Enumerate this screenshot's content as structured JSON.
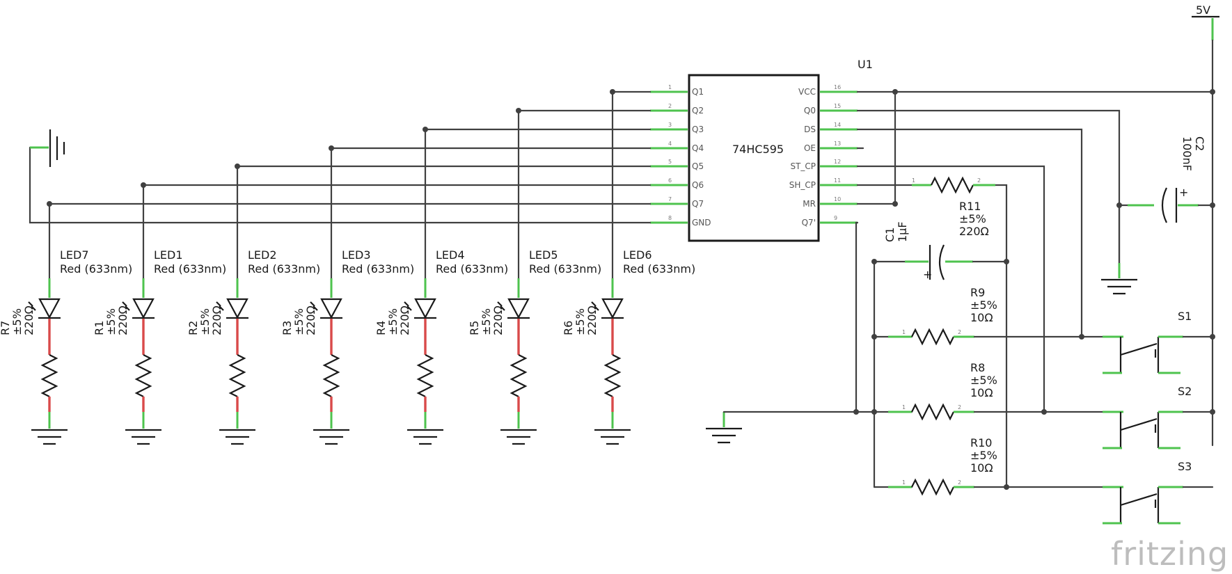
{
  "chip": {
    "designator": "U1",
    "part": "74HC595",
    "left_pins": [
      {
        "num": "1",
        "name": "Q1"
      },
      {
        "num": "2",
        "name": "Q2"
      },
      {
        "num": "3",
        "name": "Q3"
      },
      {
        "num": "4",
        "name": "Q4"
      },
      {
        "num": "5",
        "name": "Q5"
      },
      {
        "num": "6",
        "name": "Q6"
      },
      {
        "num": "7",
        "name": "Q7"
      },
      {
        "num": "8",
        "name": "GND"
      }
    ],
    "right_pins": [
      {
        "num": "16",
        "name": "VCC"
      },
      {
        "num": "15",
        "name": "Q0"
      },
      {
        "num": "14",
        "name": "DS"
      },
      {
        "num": "13",
        "name": "OE"
      },
      {
        "num": "12",
        "name": "ST_CP"
      },
      {
        "num": "11",
        "name": "SH_CP"
      },
      {
        "num": "10",
        "name": "MR"
      },
      {
        "num": "9",
        "name": "Q7'"
      }
    ]
  },
  "leds": [
    {
      "name": "LED7",
      "color": "Red (633nm)",
      "resistor": {
        "name": "R7",
        "tolerance": "±5%",
        "value": "220Ω"
      }
    },
    {
      "name": "LED1",
      "color": "Red (633nm)",
      "resistor": {
        "name": "R1",
        "tolerance": "±5%",
        "value": "220Ω"
      }
    },
    {
      "name": "LED2",
      "color": "Red (633nm)",
      "resistor": {
        "name": "R2",
        "tolerance": "±5%",
        "value": "220Ω"
      }
    },
    {
      "name": "LED3",
      "color": "Red (633nm)",
      "resistor": {
        "name": "R3",
        "tolerance": "±5%",
        "value": "220Ω"
      }
    },
    {
      "name": "LED4",
      "color": "Red (633nm)",
      "resistor": {
        "name": "R4",
        "tolerance": "±5%",
        "value": "220Ω"
      }
    },
    {
      "name": "LED5",
      "color": "Red (633nm)",
      "resistor": {
        "name": "R5",
        "tolerance": "±5%",
        "value": "220Ω"
      }
    },
    {
      "name": "LED6",
      "color": "Red (633nm)",
      "resistor": {
        "name": "R6",
        "tolerance": "±5%",
        "value": "220Ω"
      }
    }
  ],
  "resistors": {
    "r11": {
      "name": "R11",
      "tolerance": "±5%",
      "value": "220Ω"
    },
    "r9": {
      "name": "R9",
      "tolerance": "±5%",
      "value": "10Ω"
    },
    "r8": {
      "name": "R8",
      "tolerance": "±5%",
      "value": "10Ω"
    },
    "r10": {
      "name": "R10",
      "tolerance": "±5%",
      "value": "10Ω"
    }
  },
  "capacitors": {
    "c1": {
      "name": "C1",
      "value": "1µF"
    },
    "c2": {
      "name": "C2",
      "value": "100nF"
    }
  },
  "switches": [
    "S1",
    "S2",
    "S3"
  ],
  "power": {
    "label": "5V"
  },
  "pin_numbers": {
    "one": "1",
    "two": "2",
    "plus": "+"
  },
  "branding": {
    "logo_text": "fritzing"
  },
  "colors": {
    "wire": "#404040",
    "pin": "#4ec34e",
    "resistor_pin": "#d94a4a",
    "body": "#1a1a1a",
    "logo": "#bdbdbd"
  }
}
